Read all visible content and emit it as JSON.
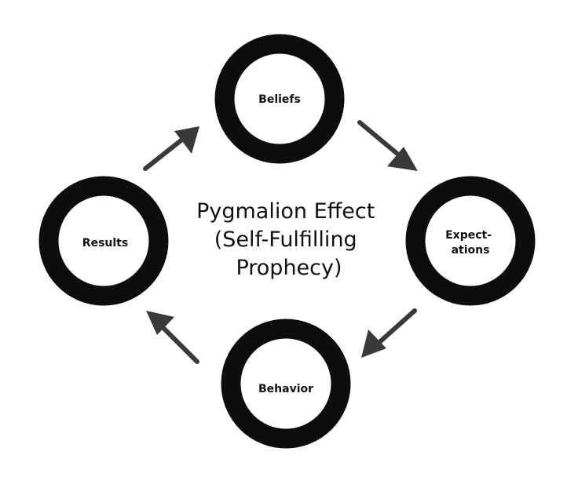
{
  "diagram": {
    "title_lines": [
      "Pygmalion Effect",
      "(Self-Fulfilling",
      "Prophecy)"
    ],
    "nodes": {
      "beliefs": {
        "label": "Beliefs"
      },
      "expectations": {
        "label_lines": [
          "Expect-",
          "ations"
        ]
      },
      "behavior": {
        "label": "Behavior"
      },
      "results": {
        "label": "Results"
      }
    },
    "ring_color": "#0d0d0d",
    "arrow_color": "#3a3a3a"
  }
}
